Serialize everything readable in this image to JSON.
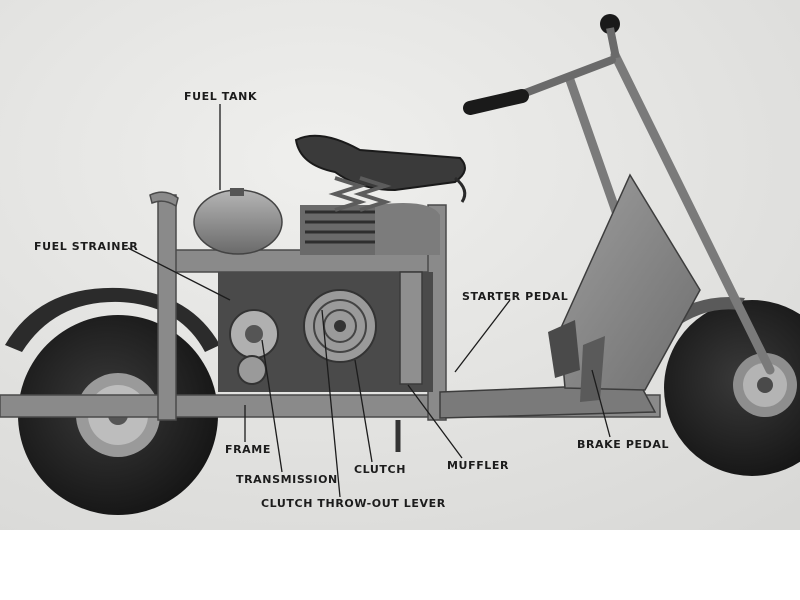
{
  "labels": {
    "fuel_tank": "FUEL TANK",
    "fuel_strainer": "FUEL STRAINER",
    "starter_pedal": "STARTER PEDAL",
    "frame": "FRAME",
    "transmission": "TRANSMISSION",
    "clutch": "CLUTCH",
    "muffler": "MUFFLER",
    "brake_pedal": "BRAKE PEDAL",
    "clutch_throw_out_lever": "CLUTCH THROW-OUT LEVER"
  },
  "colors": {
    "paper": "#e6e6e4",
    "ink": "#1c1c1c",
    "metal": "#8f8f8f",
    "tire": "#1e1e1e"
  }
}
